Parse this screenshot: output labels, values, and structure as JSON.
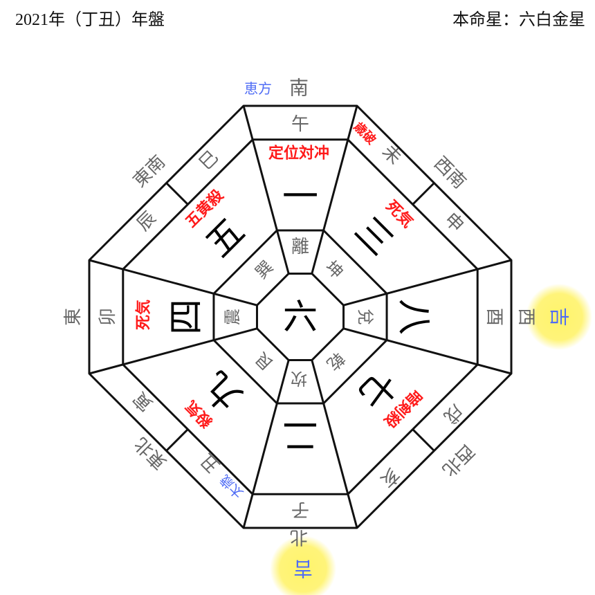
{
  "header": {
    "title": "2021年（丁丑）年盤",
    "honmei": "本命星：六白金星"
  },
  "center": {
    "star": "六"
  },
  "palaces": {
    "south": {
      "star": "一",
      "trigram": "離",
      "branch": "午",
      "direction": "南",
      "mark": "定位対冲",
      "blue_mark": "恵方"
    },
    "southwest": {
      "star": "三",
      "trigram": "坤",
      "branches": [
        "未",
        "申"
      ],
      "direction": "西南",
      "mark": "死気",
      "mark2": "歳破"
    },
    "west": {
      "star": "八",
      "trigram": "兌",
      "branch": "酉",
      "direction": "西",
      "lucky": "吉"
    },
    "northwest": {
      "star": "七",
      "trigram": "乾",
      "branches": [
        "戌",
        "亥"
      ],
      "direction": "西北",
      "mark": "暗剣殺"
    },
    "north": {
      "star": "二",
      "trigram": "坎",
      "branch": "子",
      "direction": "北",
      "lucky": "吉"
    },
    "northeast": {
      "star": "九",
      "trigram": "艮",
      "branches": [
        "丑",
        "寅"
      ],
      "direction": "東北",
      "mark": "殺気",
      "blue_mark": "太歳"
    },
    "east": {
      "star": "四",
      "trigram": "震",
      "branch": "卯",
      "direction": "東",
      "mark": "死気"
    },
    "southeast": {
      "star": "五",
      "trigram": "巽",
      "branches": [
        "巳",
        "辰"
      ],
      "direction": "東南",
      "mark": "五黄殺"
    }
  },
  "colors": {
    "red": "#ff1a1a",
    "blue": "#4f6cf5",
    "gray": "#666666",
    "glow": "#fff36b"
  }
}
